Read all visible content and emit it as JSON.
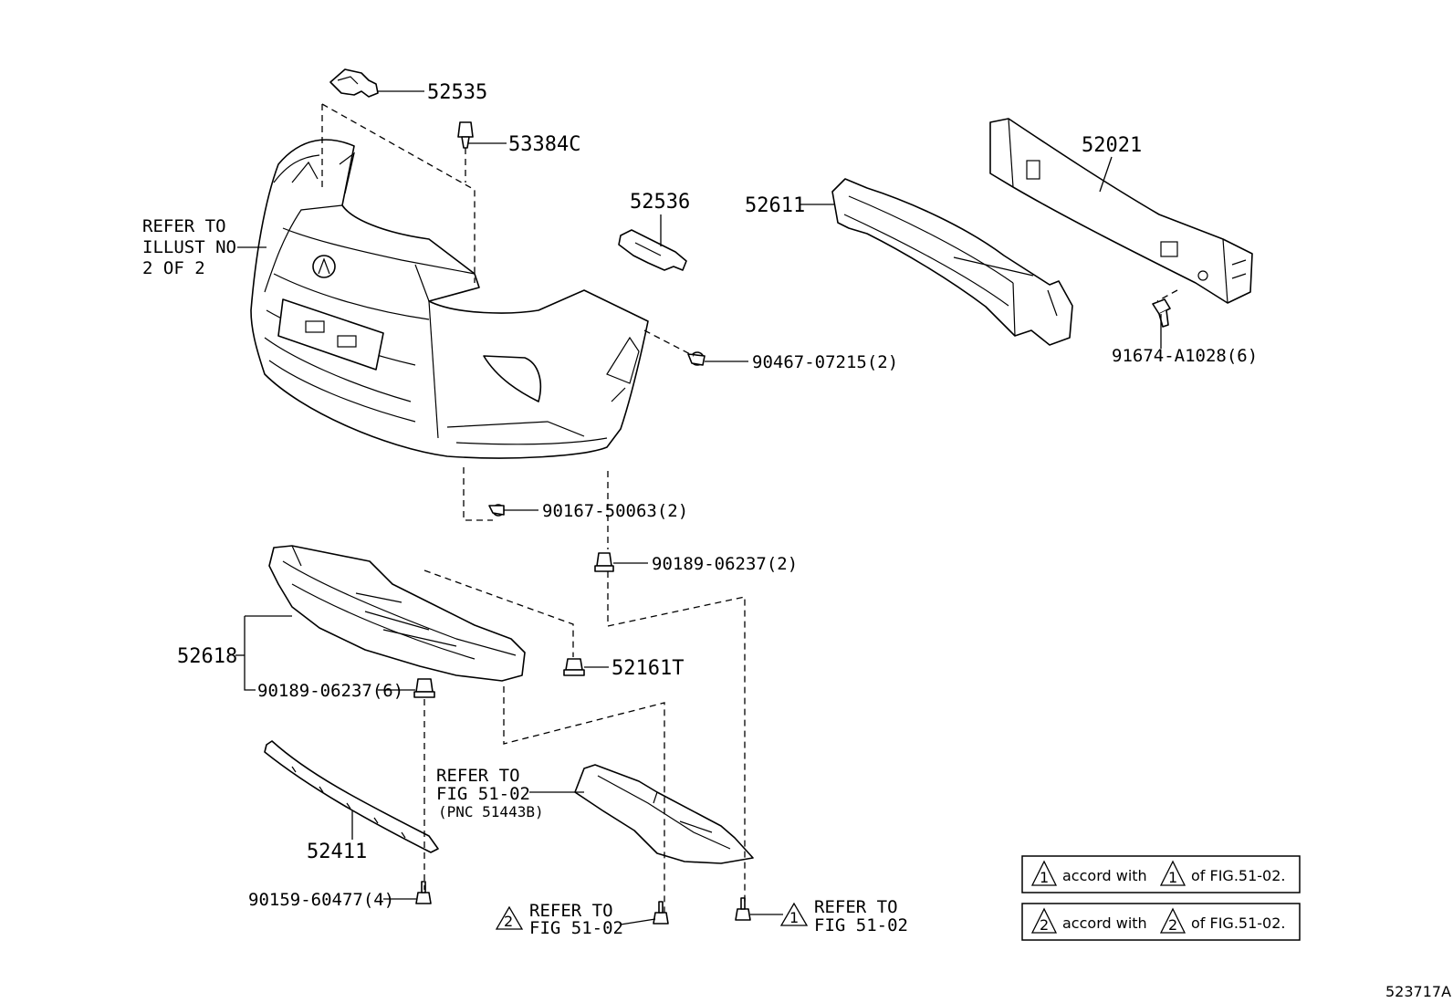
{
  "parts": {
    "p52535": "52535",
    "p53384C": "53384C",
    "p52536": "52536",
    "p52611": "52611",
    "p52021": "52021",
    "p90467": "90467-07215(2)",
    "p91674": "91674-A1028(6)",
    "p90167": "90167-50063(2)",
    "p90189a": "90189-06237(2)",
    "p52618": "52618",
    "p52161T": "52161T",
    "p90189b": "90189-06237(6)",
    "p52411": "52411",
    "p90159": "90159-60477(4)"
  },
  "refs": {
    "illust": [
      "REFER TO",
      "ILLUST NO",
      "2 OF 2"
    ],
    "fig_pnc": [
      "REFER TO",
      "FIG 51-02",
      "(PNC 51443B)"
    ],
    "fig2": [
      "REFER TO",
      "FIG 51-02"
    ],
    "fig1": [
      "REFER TO",
      "FIG 51-02"
    ]
  },
  "legend": [
    {
      "num": "1",
      "text1": "accord with",
      "text2": "of FIG.51-02."
    },
    {
      "num": "2",
      "text1": "accord with",
      "text2": "of FIG.51-02."
    }
  ],
  "markers": {
    "one": "1",
    "two": "2"
  },
  "diagram_code": "523717A"
}
